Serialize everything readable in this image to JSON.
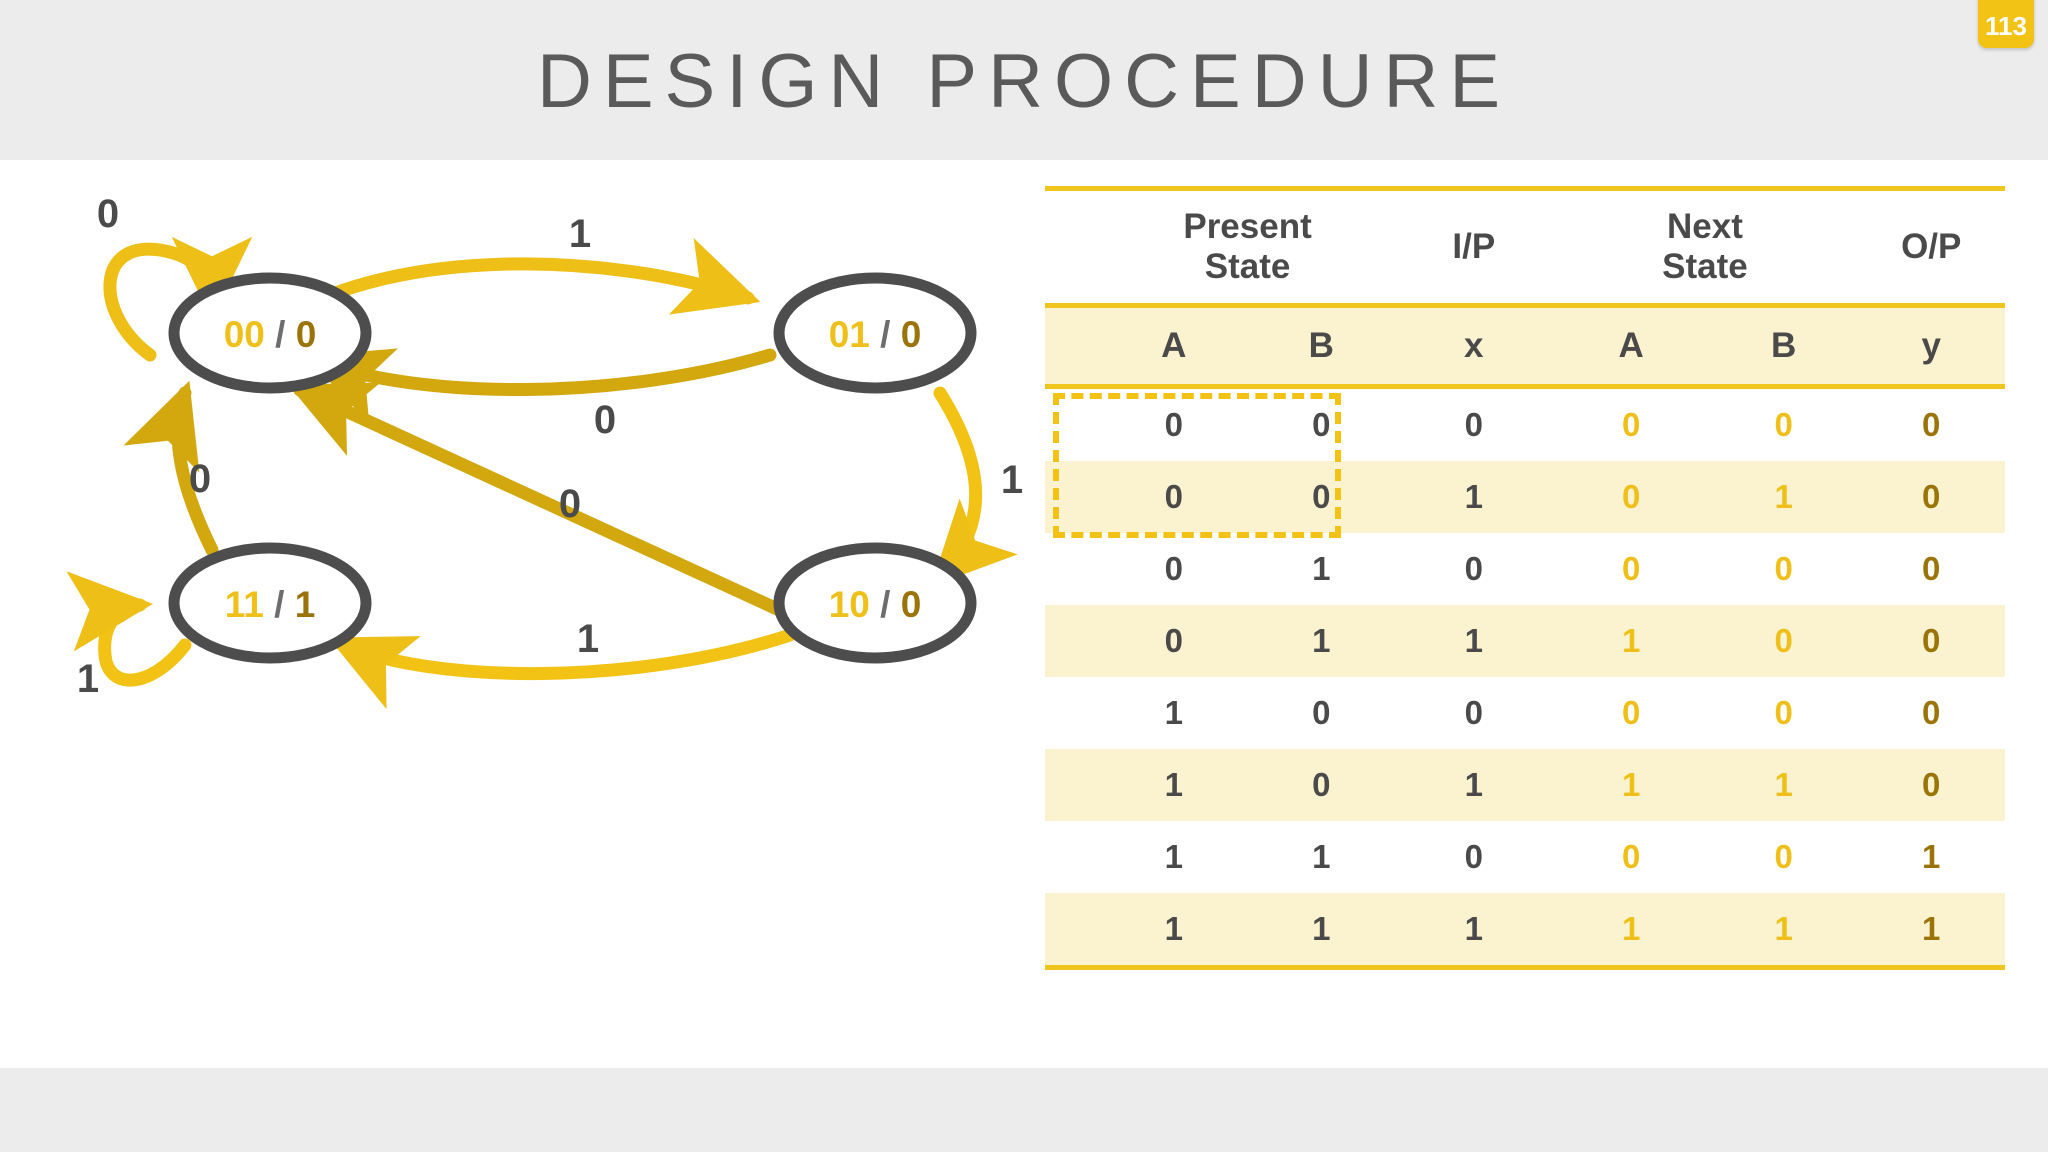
{
  "slide": {
    "title": "DESIGN PROCEDURE",
    "page_number": "113",
    "colors": {
      "accent": "#f0c51d",
      "badge_bg": "#f2c314",
      "header_band": "#ececec",
      "state_outline": "#4d4d4d",
      "edge": "#edbf17",
      "edge_dark": "#d3a80f",
      "text_gray": "#4a4a4a",
      "next_state_text": "#f0c01a",
      "output_text": "#9a7409",
      "row_alt_bg": "#fbf2cf"
    }
  },
  "diagram": {
    "name": "mealy-state-diagram",
    "states": [
      {
        "id": "s00",
        "state_bits": "00",
        "separator": "/",
        "output": "0",
        "label": "00 / 0"
      },
      {
        "id": "s01",
        "state_bits": "01",
        "separator": "/",
        "output": "0",
        "label": "01 / 0"
      },
      {
        "id": "s11",
        "state_bits": "11",
        "separator": "/",
        "output": "1",
        "label": "11 / 1"
      },
      {
        "id": "s10",
        "state_bits": "10",
        "separator": "/",
        "output": "0",
        "label": "10 / 0"
      }
    ],
    "edges": [
      {
        "from": "s00",
        "to": "s00",
        "label": "0",
        "kind": "self-loop"
      },
      {
        "from": "s00",
        "to": "s01",
        "label": "1",
        "kind": "arc"
      },
      {
        "from": "s01",
        "to": "s00",
        "label": "0",
        "kind": "arc"
      },
      {
        "from": "s01",
        "to": "s10",
        "label": "1",
        "kind": "arc"
      },
      {
        "from": "s10",
        "to": "s00",
        "label": "0",
        "kind": "straight"
      },
      {
        "from": "s10",
        "to": "s11",
        "label": "1",
        "kind": "arc"
      },
      {
        "from": "s11",
        "to": "s00",
        "label": "0",
        "kind": "arc"
      },
      {
        "from": "s11",
        "to": "s11",
        "label": "1",
        "kind": "self-loop"
      }
    ]
  },
  "table": {
    "name": "state-transition-table",
    "group_headers": [
      {
        "label": "Present\nState",
        "line1": "Present",
        "line2": "State"
      },
      {
        "label": "I/P",
        "line1": "I/P",
        "line2": ""
      },
      {
        "label": "Next\nState",
        "line1": "Next",
        "line2": "State"
      },
      {
        "label": "O/P",
        "line1": "O/P",
        "line2": ""
      }
    ],
    "sub_headers": [
      "A",
      "B",
      "x",
      "A",
      "B",
      "y"
    ],
    "rows": [
      {
        "present_a": "0",
        "present_b": "0",
        "input_x": "0",
        "next_a": "0",
        "next_b": "0",
        "output_y": "0"
      },
      {
        "present_a": "0",
        "present_b": "0",
        "input_x": "1",
        "next_a": "0",
        "next_b": "1",
        "output_y": "0"
      },
      {
        "present_a": "0",
        "present_b": "1",
        "input_x": "0",
        "next_a": "0",
        "next_b": "0",
        "output_y": "0"
      },
      {
        "present_a": "0",
        "present_b": "1",
        "input_x": "1",
        "next_a": "1",
        "next_b": "0",
        "output_y": "0"
      },
      {
        "present_a": "1",
        "present_b": "0",
        "input_x": "0",
        "next_a": "0",
        "next_b": "0",
        "output_y": "0"
      },
      {
        "present_a": "1",
        "present_b": "0",
        "input_x": "1",
        "next_a": "1",
        "next_b": "1",
        "output_y": "0"
      },
      {
        "present_a": "1",
        "present_b": "1",
        "input_x": "0",
        "next_a": "0",
        "next_b": "0",
        "output_y": "1"
      },
      {
        "present_a": "1",
        "present_b": "1",
        "input_x": "1",
        "next_a": "1",
        "next_b": "1",
        "output_y": "1"
      }
    ],
    "highlight": {
      "covers_columns": [
        "A",
        "B"
      ],
      "covers_rows": [
        1,
        2
      ],
      "style": "dashed"
    }
  }
}
